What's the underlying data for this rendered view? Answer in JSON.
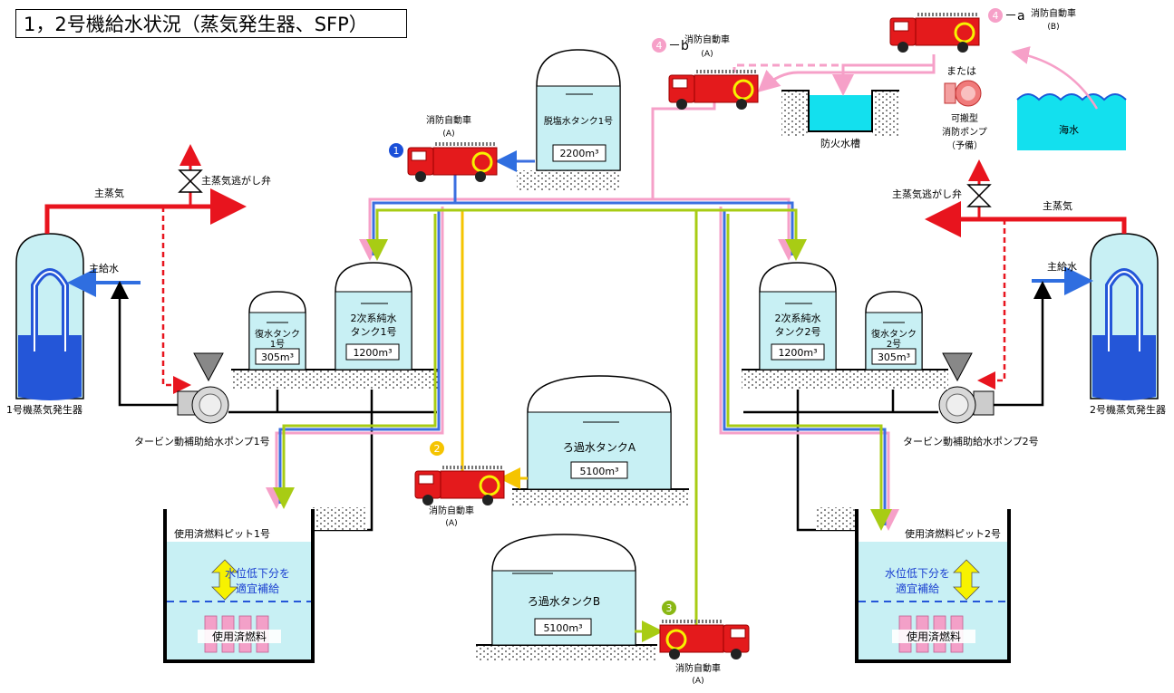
{
  "title": "1，2号機給水状況（蒸気発生器、SFP）",
  "labels": {
    "main_steam": "主蒸気",
    "main_steam_relief_valve": "主蒸気逃がし弁",
    "main_feedwater": "主給水",
    "sg1": "1号機蒸気発生器",
    "sg2": "2号機蒸気発生器",
    "turbine_pump1": "タービン動補助給水ポンプ1号",
    "turbine_pump2": "タービン動補助給水ポンプ2号",
    "fire_engine": "消防自動車",
    "fire_engine_a": "(A)",
    "fire_engine_b": "(B)",
    "fire_cistern": "防火水槽",
    "seawater": "海水",
    "or": "または",
    "portable_pump_1": "可搬型",
    "portable_pump_2": "消防ポンプ",
    "portable_pump_3": "（予備）",
    "spent_fuel": "使用済燃料",
    "spent_fuel_pit1": "使用済燃料ピット1号",
    "spent_fuel_pit2": "使用済燃料ピット2号",
    "level_line1": "水位低下分を",
    "level_line2": "適宜補給",
    "marker_4a": "－a",
    "marker_4b": "－b"
  },
  "tanks": {
    "demin": {
      "name": "脱塩水タンク1号",
      "capacity": "2200m³"
    },
    "secondary1_line1": "2次系純水",
    "secondary1_line2": "タンク1号",
    "secondary1_capacity": "1200m³",
    "secondary2_line1": "2次系純水",
    "secondary2_line2": "タンク2号",
    "secondary2_capacity": "1200m³",
    "condensate1_line1": "復水タンク",
    "condensate1_line2": "1号",
    "condensate1_capacity": "305m³",
    "condensate2_line1": "復水タンク",
    "condensate2_line2": "2号",
    "condensate2_capacity": "305m³",
    "filtrateA": {
      "name": "ろ過水タンクA",
      "capacity": "5100m³"
    },
    "filtrateB": {
      "name": "ろ過水タンクB",
      "capacity": "5100m³"
    }
  },
  "markers": {
    "m1": "1",
    "m2": "2",
    "m3": "3",
    "m4": "4"
  },
  "colors": {
    "steam": "#e8141e",
    "feed": "#2f6ee0",
    "route1": "#3b6fe0",
    "route2": "#f5c400",
    "route3": "#a8cc14",
    "route4": "#f6a0c8",
    "water": "#c8f0f4",
    "seawater": "#13e0ee",
    "truck": "#e41a1c",
    "arrow_yellow": "#f7f200"
  }
}
